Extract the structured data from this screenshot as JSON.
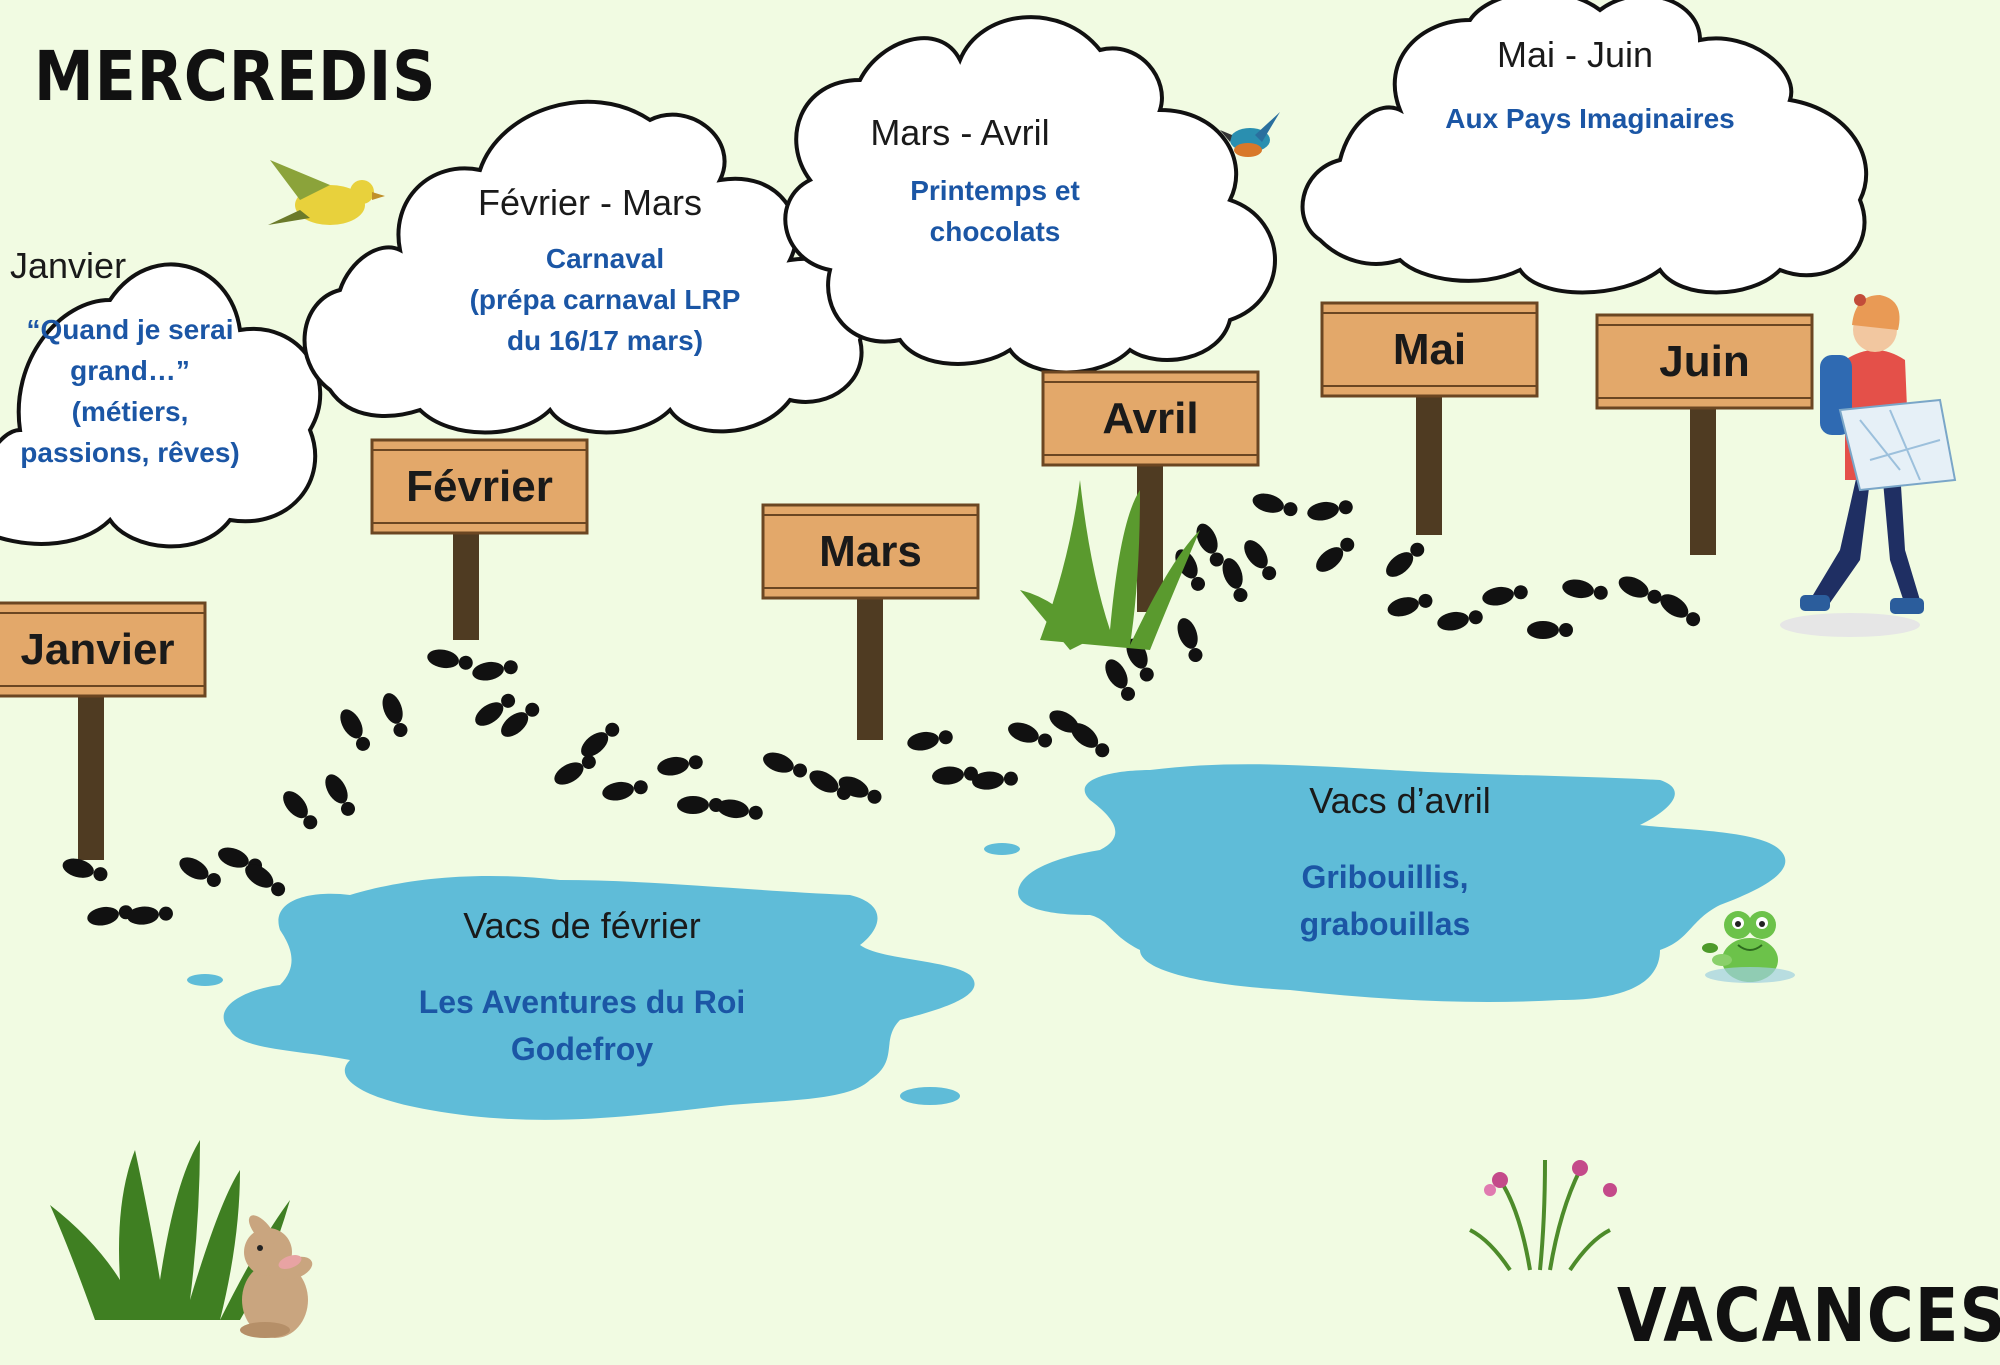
{
  "headers": {
    "mercredis": "MERCREDIS",
    "vacances": "VACANCES"
  },
  "clouds": [
    {
      "month": "Janvier",
      "theme": [
        "“Quand je serai",
        "grand…”",
        "(métiers,",
        "passions, rêves)"
      ]
    },
    {
      "month": "Février - Mars",
      "theme": [
        "Carnaval",
        "(prépa carnaval LRP",
        "du 16/17 mars)"
      ]
    },
    {
      "month": "Mars - Avril",
      "theme": [
        "Printemps et",
        "chocolats"
      ]
    },
    {
      "month": "Mai - Juin",
      "theme": [
        "Aux Pays Imaginaires"
      ]
    }
  ],
  "signs": [
    "Janvier",
    "Février",
    "Mars",
    "Avril",
    "Mai",
    "Juin"
  ],
  "puddles": [
    {
      "title": "Vacs de février",
      "theme": [
        "Les Aventures du Roi",
        "Godefroy"
      ]
    },
    {
      "title": "Vacs d’avril",
      "theme": [
        "Gribouillis,",
        "grabouillas"
      ]
    }
  ],
  "colors": {
    "background": "#f1fbe2",
    "water": "#5fbcd8",
    "wood": "#e3a86a",
    "theme_text": "#1b56a5"
  },
  "icons": [
    "bird-yellow-icon",
    "kingfisher-icon",
    "hiker-with-map-icon",
    "grass-icon",
    "rabbit-icon",
    "frog-icon",
    "flowers-icon",
    "footprints-icon"
  ]
}
